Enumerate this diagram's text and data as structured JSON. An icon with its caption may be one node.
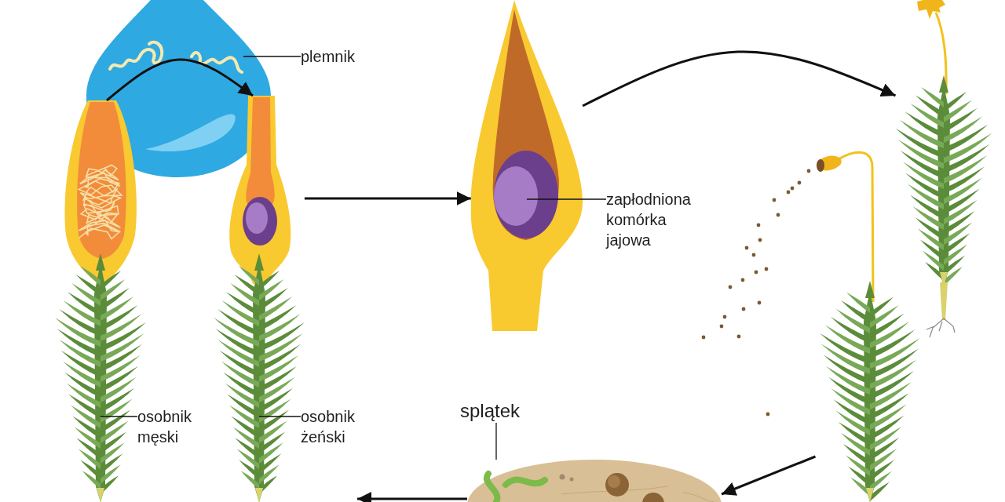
{
  "diagram": {
    "nodes": [
      {
        "text": [],
        "shape": "picture"
      },
      {
        "text": [],
        "shape": "picture"
      },
      {
        "text": [],
        "shape": "picture"
      },
      {
        "text": [],
        "shape": "picture"
      },
      {
        "text": [],
        "shape": "picture"
      },
      {
        "text": [],
        "shape": "picture"
      },
      {
        "text": [
          "plemnik"
        ]
      },
      {
        "text": [
          "osobnik męski"
        ]
      },
      {
        "text": [
          "osobnik żeński"
        ]
      },
      {
        "text": [
          "zapłodniona komórka jajowa"
        ]
      },
      {
        "text": [
          "splątek"
        ]
      }
    ],
    "edges": [
      {
        "from": 0,
        "to": 1,
        "arrow": "to"
      },
      {
        "from": 1,
        "to": 2,
        "arrow": "to"
      },
      {
        "from": 2,
        "to": 3,
        "arrow": "to"
      },
      {
        "from": 4,
        "to": 5,
        "arrow": "to"
      },
      {
        "from": 5,
        "to": null,
        "arrow": "to"
      },
      {
        "from": 6,
        "to": null,
        "arrow": "none"
      },
      {
        "from": 7,
        "to": 0,
        "arrow": "none"
      },
      {
        "from": 8,
        "to": 1,
        "arrow": "none"
      },
      {
        "from": 9,
        "to": 2,
        "arrow": "none"
      },
      {
        "from": 10,
        "to": 5,
        "arrow": "none"
      }
    ]
  }
}
